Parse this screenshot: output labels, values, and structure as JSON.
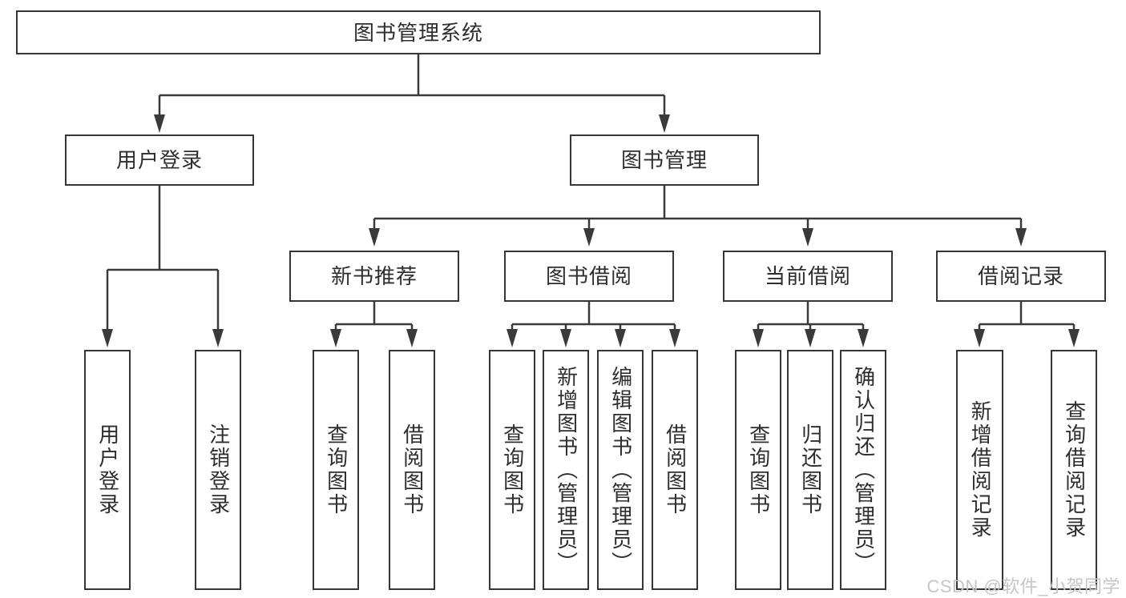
{
  "diagram": {
    "type": "tree",
    "colors": {
      "line": "#3a3a3a",
      "box_border": "#363636",
      "text": "#2e2e2e",
      "background": "#ffffff",
      "watermark_text_color": "#c6c6c6"
    },
    "tree": {
      "label": "图书管理系统",
      "children": [
        {
          "label": "用户登录",
          "children": [
            {
              "label": "用户登录"
            },
            {
              "label": "注销登录"
            }
          ]
        },
        {
          "label": "图书管理",
          "children": [
            {
              "label": "新书推荐",
              "children": [
                {
                  "label": "查询图书"
                },
                {
                  "label": "借阅图书"
                }
              ]
            },
            {
              "label": "图书借阅",
              "children": [
                {
                  "label": "查询图书"
                },
                {
                  "label": "新增图书（管理员）"
                },
                {
                  "label": "编辑图书（管理员）"
                },
                {
                  "label": "借阅图书"
                }
              ]
            },
            {
              "label": "当前借阅",
              "children": [
                {
                  "label": "查询图书"
                },
                {
                  "label": "归还图书"
                },
                {
                  "label": "确认归还（管理员）"
                }
              ]
            },
            {
              "label": "借阅记录",
              "children": [
                {
                  "label": "新增借阅记录"
                },
                {
                  "label": "查询借阅记录"
                }
              ]
            }
          ]
        }
      ]
    },
    "watermark": "CSDN @软件_小贺同学"
  }
}
